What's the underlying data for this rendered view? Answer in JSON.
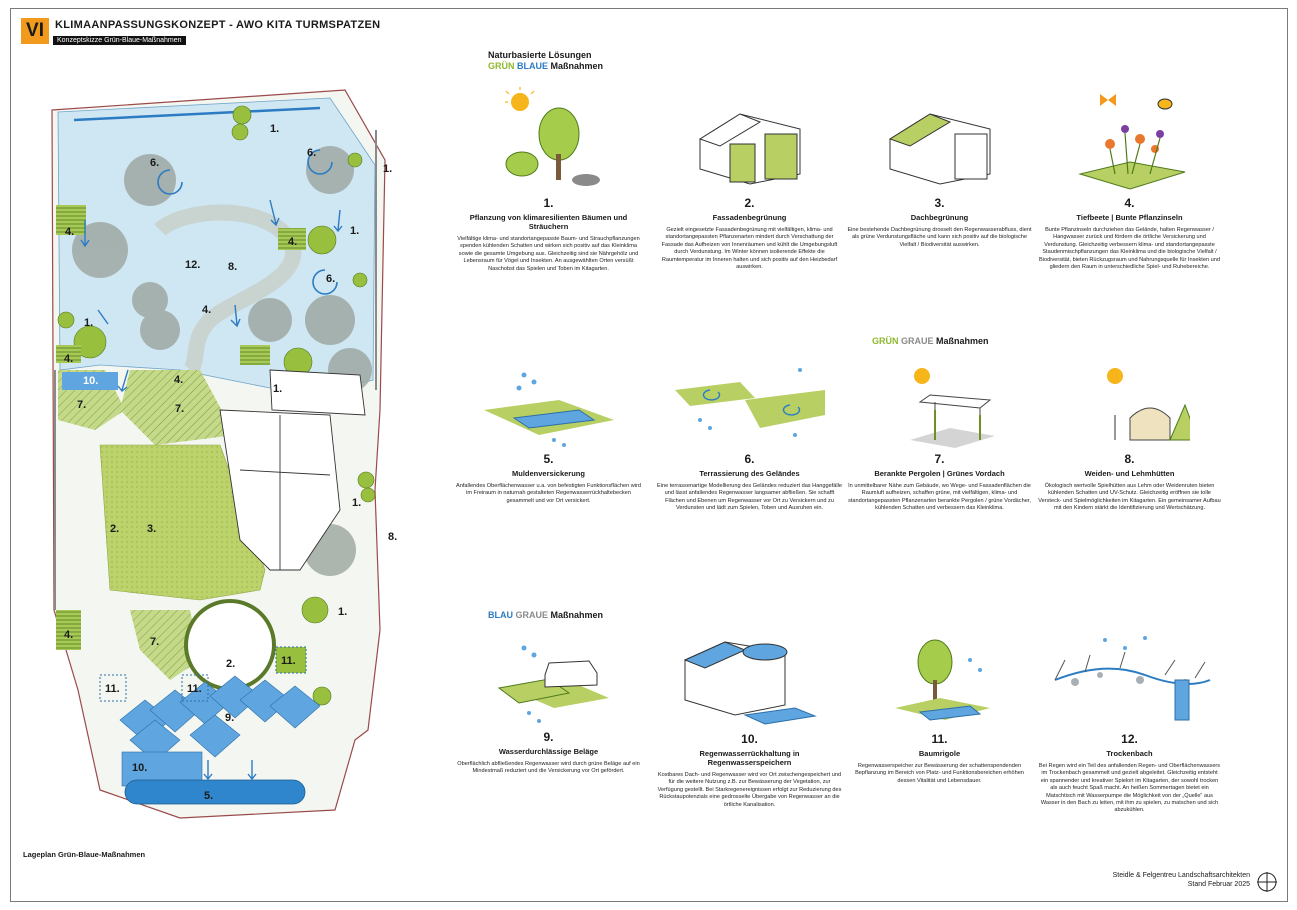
{
  "header": {
    "badge": "VI",
    "title": "KLIMAANPASSUNGSKONZEPT - AWO KITA TURMSPATZEN",
    "subtitle": "Konzeptskizze Grün-Blaue-Maßnahmen"
  },
  "plan": {
    "caption": "Lageplan Grün-Blaue-Maßnahmen",
    "labels": [
      "1.",
      "2.",
      "3.",
      "4.",
      "5.",
      "6.",
      "7.",
      "8.",
      "9.",
      "10.",
      "11.",
      "12."
    ]
  },
  "sections": {
    "green_blue": {
      "line1": "Naturbasierte Lösungen",
      "w1": "GRÜN",
      "w2": "BLAUE",
      "w3": "Maßnahmen"
    },
    "green_grey": {
      "w1": "GRÜN",
      "w2": "GRAUE",
      "w3": "Maßnahmen"
    },
    "blue_grey": {
      "w1": "BLAU",
      "w2": "GRAUE",
      "w3": "Maßnahmen"
    }
  },
  "items": [
    {
      "num": "1.",
      "name": "Pflanzung von klimaresilienten Bäumen und Sträuchern",
      "text": "Vielfältige klima- und standortangepasste Baum- und Strauchpflanzungen spenden kühlenden Schatten und wirken sich positiv auf das Kleinklima sowie die gesamte Umgebung aus. Gleichzeitig sind sie Nährgehölz und Lebensraum für Vögel und Insekten. An ausgewählten Orten versüßt Naschobst das Spielen und Toben im Kitagarten."
    },
    {
      "num": "2.",
      "name": "Fassadenbegrünung",
      "text": "Gezielt eingesetzte Fassadenbegrünung mit vielfältigen, klima- und standortangepassten Pflanzenarten mindert durch Verschattung der Fassade das Aufheizen von Innenräumen und kühlt die Umgebungsluft durch Verdunstung. Im Winter können isolierende Effekte die Raumtemperatur im Inneren halten und sich positiv auf den Heizbedarf auswirken."
    },
    {
      "num": "3.",
      "name": "Dachbegrünung",
      "text": "Eine bestehende Dachbegrünung drosselt den Regenwasserabfluss, dient als grüne Verdunstungsfläche und kann sich positiv auf die biologische Vielfalt / Biodiversität auswirken."
    },
    {
      "num": "4.",
      "name": "Tiefbeete | Bunte Pflanzinseln",
      "text": "Bunte Pflanzinseln durchziehen das Gelände, halten Regenwasser / Hangwasser zurück und fördern die örtliche Versickerung und Verdunstung. Gleichzeitig verbessern klima- und standortangepasste Staudenmischpflanzungen das Kleinklima und die biologische Vielfalt / Biodiversität, bieten Rückzugsraum und Nahrungsquelle für Insekten und gliedern den Raum in unterschiedliche Spiel- und Ruhebereiche."
    },
    {
      "num": "5.",
      "name": "Muldenversickerung",
      "text": "Anfallendes Oberflächenwasser u.a. von befestigten Funktionsflächen wird im Freiraum in naturnah gestalteten Regenwasserrückhaltebecken gesammelt und vor Ort versickert."
    },
    {
      "num": "6.",
      "name": "Terrassierung des Geländes",
      "text": "Eine terrassenartige Modellierung des Geländes reduziert das Hanggefälle und lässt anfallendes Regenwasser langsamer abfließen. Sie schafft Flächen und Ebenen um Regenwasser vor Ort zu Versickern und zu Verdunsten und lädt zum Spielen, Toben und Ausruhen ein."
    },
    {
      "num": "7.",
      "name": "Berankte Pergolen | Grünes Vordach",
      "text": "In unmittelbarer Nähe zum Gebäude, wo Wege- und Fassadenflächen die Raumluft aufheizen, schaffen grüne, mit vielfältigen, klima- und standortangepassten Pflanzenarten berankte Pergolen / grüne Vordächer, kühlenden Schatten und verbessern das Kleinklima."
    },
    {
      "num": "8.",
      "name": "Weiden- und Lehmhütten",
      "text": "Ökologisch wertvolle Spielhütten aus Lehm oder Weidenruten bieten kühlenden Schatten und UV-Schutz. Gleichzeitig eröffnen sie tolle Versteck- und Spielmöglichkeiten im Kitagarten. Ein gemeinsamer Aufbau mit den Kindern stärkt die Identifizierung und Wertschätzung."
    },
    {
      "num": "9.",
      "name": "Wasserdurchlässige Beläge",
      "text": "Oberflächlich abfließendes Regenwasser wird durch grüne Beläge auf ein Mindestmaß reduziert und die Versickerung vor Ort gefördert."
    },
    {
      "num": "10.",
      "name": "Regenwasserrückhaltung in Regenwasserspeichern",
      "text": "Kostbares Dach- und Regenwasser wird vor Ort zwischengespeichert und für die weitere Nutzung z.B. zur Bewässerung der Vegetation, zur Verfügung gestellt. Bei Starkregenereignissen erfolgt zur Reduzierung des Rückstaupotenzials eine gedrosselte Übergabe von Regenwasser an die örtliche Kanalisation."
    },
    {
      "num": "11.",
      "name": "Baumrigole",
      "text": "Regenwasserspeicher zur Bewässerung der schattenspendenden Bepflanzung im Bereich von Platz- und Funktionsbereichen erhöhen dessen Vitalität und Lebensdauer."
    },
    {
      "num": "12.",
      "name": "Trockenbach",
      "text": "Bei Regen wird ein Teil des anfallenden Regen- und Oberflächenwassers im Trockenbach gesammelt und gezielt abgeleitet. Gleichzeitig entsteht ein spannender und kreativer Spielort im Kitagarten, der sowohl trocken als auch feucht Spaß macht. An heißen Sommertagen bietet ein Matschtisch mit Wasserpumpe die Möglichkeit von der „Quelle“ aus Wasser in den Bach zu leiten, mit ihm zu spielen, zu matschen und sich abzukühlen."
    }
  ],
  "footer": {
    "line1": "Steidle & Felgentreu Landschaftsarchitekten",
    "line2": "Stand Februar 2025"
  },
  "colors": {
    "green": "#8fb82e",
    "blue": "#2c7cc4",
    "water": "#cfe6f3",
    "lawn": "#b7cf63",
    "accent": "#f19a1e"
  }
}
